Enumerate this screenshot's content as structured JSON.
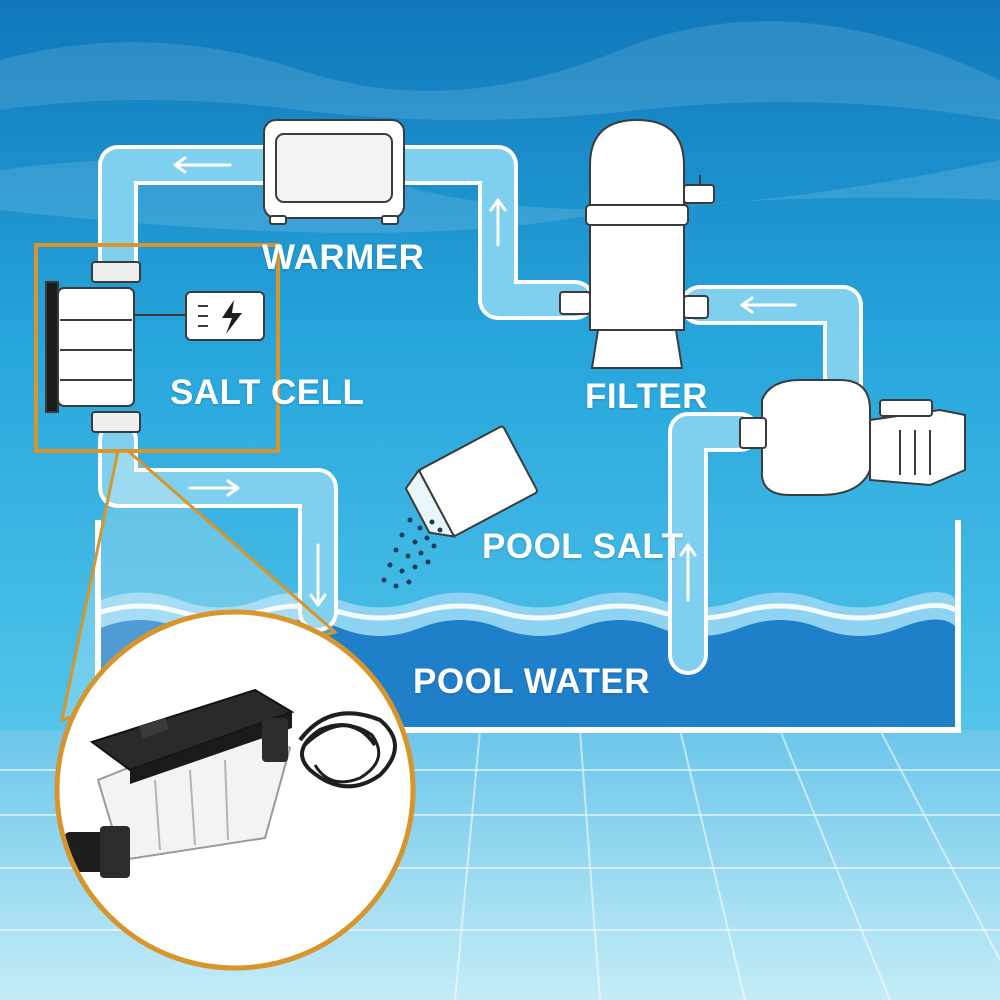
{
  "labels": {
    "warmer": "WARMER",
    "salt_cell": "SALT CELL",
    "filter": "FILTER",
    "pool_salt": "POOL SALT",
    "pool_water": "POOL WATER"
  },
  "colors": {
    "water_top": "#1583c4",
    "water_mid": "#2ab0e0",
    "floor": "#9fdcf2",
    "pipe": "#7fd0ee",
    "pipe_outline": "#ffffff",
    "flow_arrow": "#ffffff",
    "pool_water": "#1f7fc8",
    "pool_wave_light": "#8fd3f2",
    "highlight_frame": "#d8952c",
    "equipment_fill": "#ffffff",
    "equipment_outline": "#3b3b3b"
  },
  "icons": {
    "warmer": "heater-unit-icon",
    "filter": "sand-filter-icon",
    "pump": "pool-pump-icon",
    "salt_cell": "salt-cell-icon",
    "power_box": "power-supply-lightning-icon",
    "salt_bag": "salt-bag-pouring-icon"
  }
}
